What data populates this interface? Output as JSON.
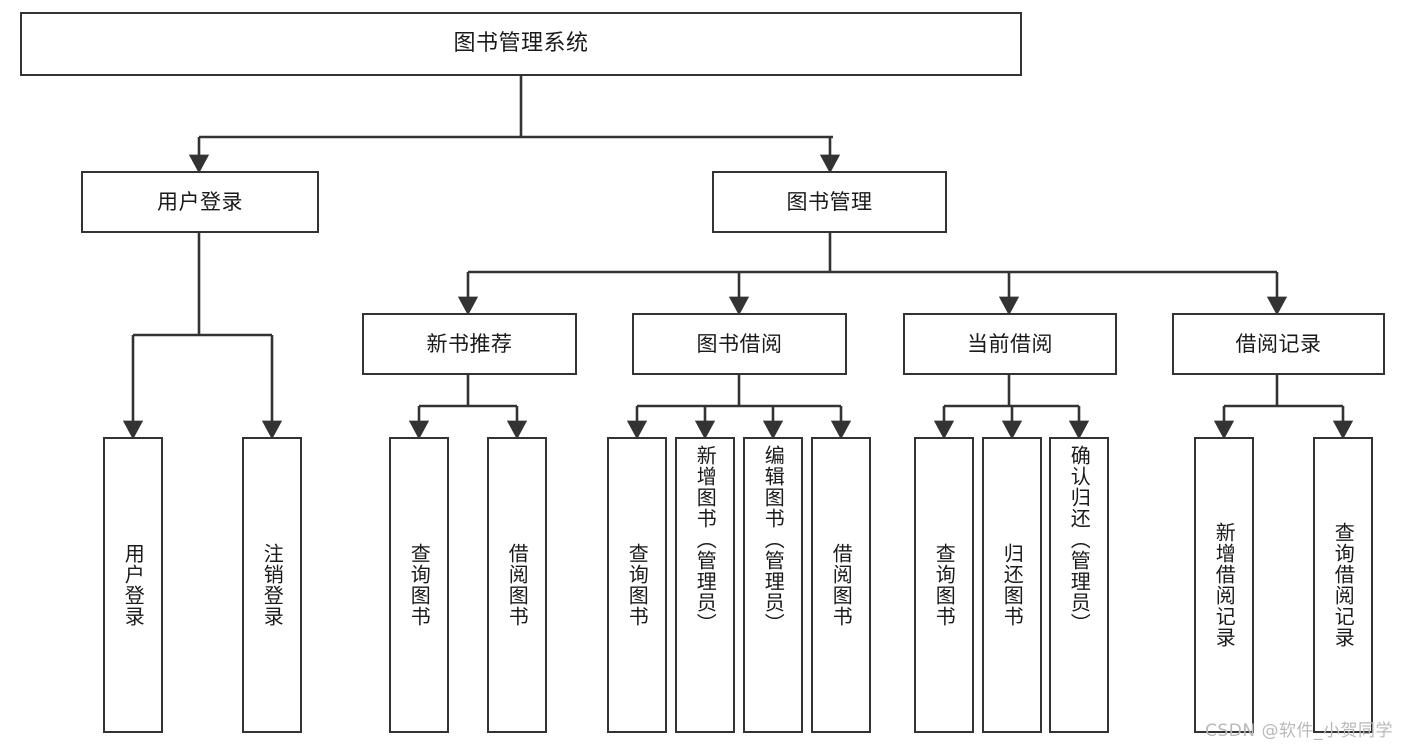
{
  "diagram": {
    "title": "图书管理系统",
    "type": "hierarchy-tree",
    "watermark": "CSDN @软件_小贺同学",
    "colors": {
      "stroke": "#333333",
      "fill": "#ffffff",
      "text": "#1a1a1a",
      "watermark": "#b9b9b9"
    },
    "nodes": {
      "root": {
        "label": "图书管理系统"
      },
      "level2": [
        {
          "id": "user-login",
          "label": "用户登录"
        },
        {
          "id": "book-management",
          "label": "图书管理"
        }
      ],
      "level3": [
        {
          "id": "new-book-recommend",
          "label": "新书推荐"
        },
        {
          "id": "book-borrow",
          "label": "图书借阅"
        },
        {
          "id": "current-borrow",
          "label": "当前借阅"
        },
        {
          "id": "borrow-record",
          "label": "借阅记录"
        }
      ],
      "leaves": {
        "user_login": [
          {
            "id": "leaf-user-login",
            "label": "用户登录"
          },
          {
            "id": "leaf-logout",
            "label": "注销登录"
          }
        ],
        "new_book_recommend": [
          {
            "id": "leaf-query-book-1",
            "label": "查询图书"
          },
          {
            "id": "leaf-borrow-book-1",
            "label": "借阅图书"
          }
        ],
        "book_borrow": [
          {
            "id": "leaf-query-book-2",
            "label": "查询图书"
          },
          {
            "id": "leaf-add-book",
            "label": "新增图书（管理员）"
          },
          {
            "id": "leaf-edit-book",
            "label": "编辑图书（管理员）"
          },
          {
            "id": "leaf-borrow-book-2",
            "label": "借阅图书"
          }
        ],
        "current_borrow": [
          {
            "id": "leaf-query-book-3",
            "label": "查询图书"
          },
          {
            "id": "leaf-return-book",
            "label": "归还图书"
          },
          {
            "id": "leaf-confirm-return",
            "label": "确认归还（管理员）"
          }
        ],
        "borrow_record": [
          {
            "id": "leaf-add-record",
            "label": "新增借阅记录"
          },
          {
            "id": "leaf-query-record",
            "label": "查询借阅记录"
          }
        ]
      }
    }
  }
}
